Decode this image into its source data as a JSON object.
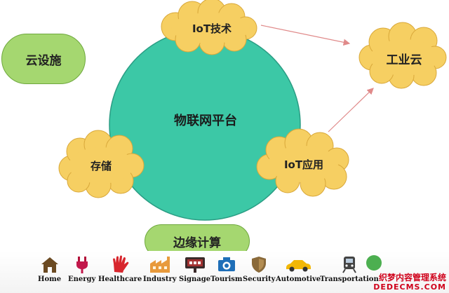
{
  "diagram": {
    "center": "物联网平台",
    "nodes": {
      "cloud_infra": "云设施",
      "iot_tech": "IoT技术",
      "industrial_cloud": "工业云",
      "storage": "存储",
      "iot_app": "IoT应用",
      "edge_computing": "边缘计算"
    },
    "colors": {
      "circle": "#3cc8a6",
      "pill": "#a5d770",
      "cloud": "#f6cf62",
      "arrow": "#e08a8a"
    }
  },
  "icons": [
    {
      "label": "Home",
      "icon": "house-icon"
    },
    {
      "label": "Energy",
      "icon": "plug-icon"
    },
    {
      "label": "Healthcare",
      "icon": "hand-icon"
    },
    {
      "label": "Industry",
      "icon": "factory-icon"
    },
    {
      "label": "Signage",
      "icon": "sign-icon"
    },
    {
      "label": "Tourism",
      "icon": "camera-icon"
    },
    {
      "label": "Security",
      "icon": "shield-icon"
    },
    {
      "label": "Automotive",
      "icon": "car-icon"
    },
    {
      "label": "Transportation",
      "icon": "train-icon"
    }
  ],
  "watermark": {
    "line1": "织梦内容管理系统",
    "line2": "DEDECMS.COM"
  }
}
